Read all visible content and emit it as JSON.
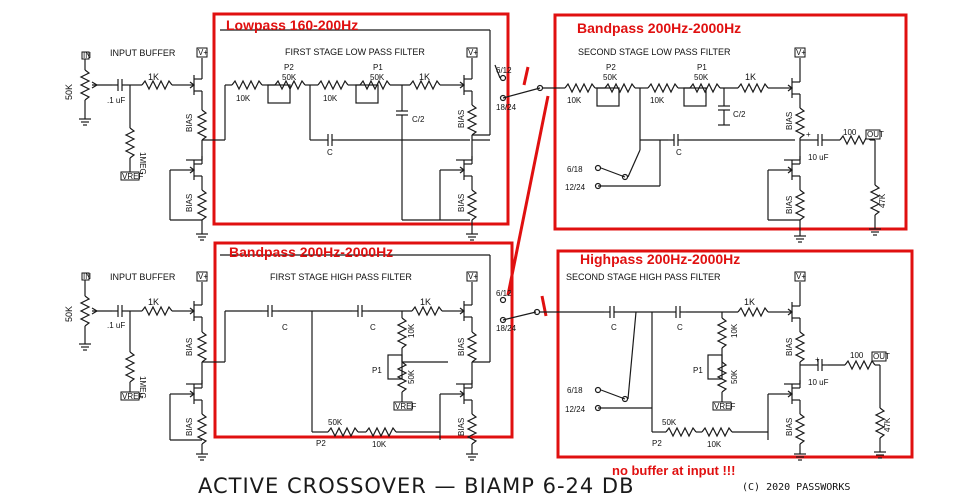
{
  "annotations": {
    "top_left": "Lowpass 160-200Hz",
    "top_right": "Bandpass 200Hz-2000Hz",
    "bottom_left": "Bandpass 200Hz-2000Hz",
    "bottom_right": "Highpass 200Hz-2000Hz",
    "no_buffer": "no buffer at input !!!"
  },
  "sections": {
    "input_buffer": "INPUT BUFFER",
    "first_low": "FIRST STAGE LOW PASS FILTER",
    "second_low": "SECOND STAGE LOW PASS FILTER",
    "first_high": "FIRST STAGE HIGH PASS FILTER",
    "second_high": "SECOND STAGE HIGH PASS FILTER"
  },
  "labels": {
    "r50k": "50K",
    "cap_1uf": ".1 uF",
    "r1k": "1K",
    "r1meg": "1MEG",
    "vref": "VREF",
    "in": "IN",
    "vplus": "V+",
    "bias": "BIAS",
    "r10k": "10K",
    "p1": "P1",
    "p2": "P2",
    "c": "C",
    "c_half": "C/2",
    "sw_6_12": "6/12",
    "sw_18_24": "18/24",
    "sw_6_18": "6/18",
    "sw_12_24": "12/24",
    "cap_10uf": "10 uF",
    "r100": "100",
    "out": "OUT",
    "r47k": "47K",
    "plus": "+"
  },
  "footer": {
    "title": "ACTIVE CROSSOVER — BIAMP 6-24 DB",
    "copyright": "(C) 2020 PASSWORKS"
  },
  "colors": {
    "annotation": "#e01010",
    "wire": "#1a1a1a",
    "background": "#ffffff"
  }
}
